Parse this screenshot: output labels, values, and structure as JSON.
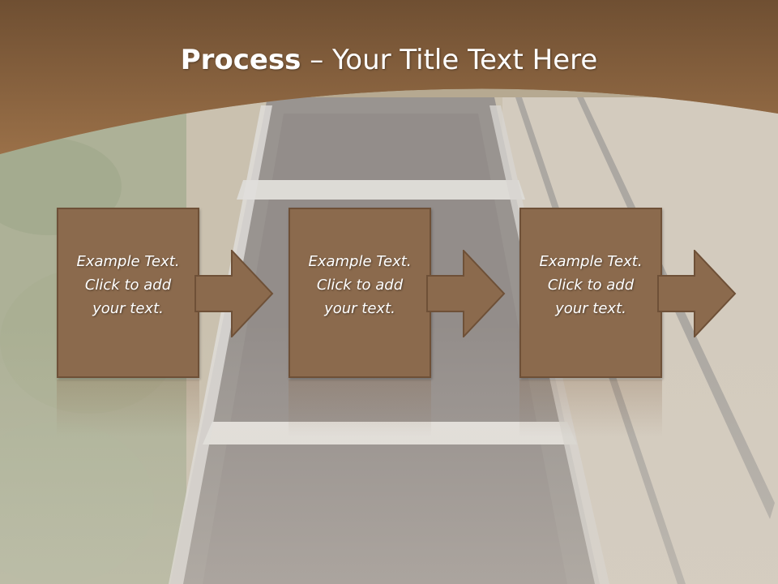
{
  "slide": {
    "title_bold": "Process",
    "title_rest": " – Your Title Text Here",
    "colors": {
      "header": "#8b6640",
      "box": "#8b6a4d",
      "border": "#6e5037",
      "text": "#ffffff"
    }
  },
  "steps": [
    {
      "text": "Example Text.\nClick  to add\nyour text."
    },
    {
      "text": "Example Text.\nClick  to add\nyour text."
    },
    {
      "text": "Example Text.\nClick  to add\nyour text."
    }
  ],
  "icons": [
    "right-arrow-icon",
    "right-arrow-icon",
    "right-arrow-icon"
  ]
}
